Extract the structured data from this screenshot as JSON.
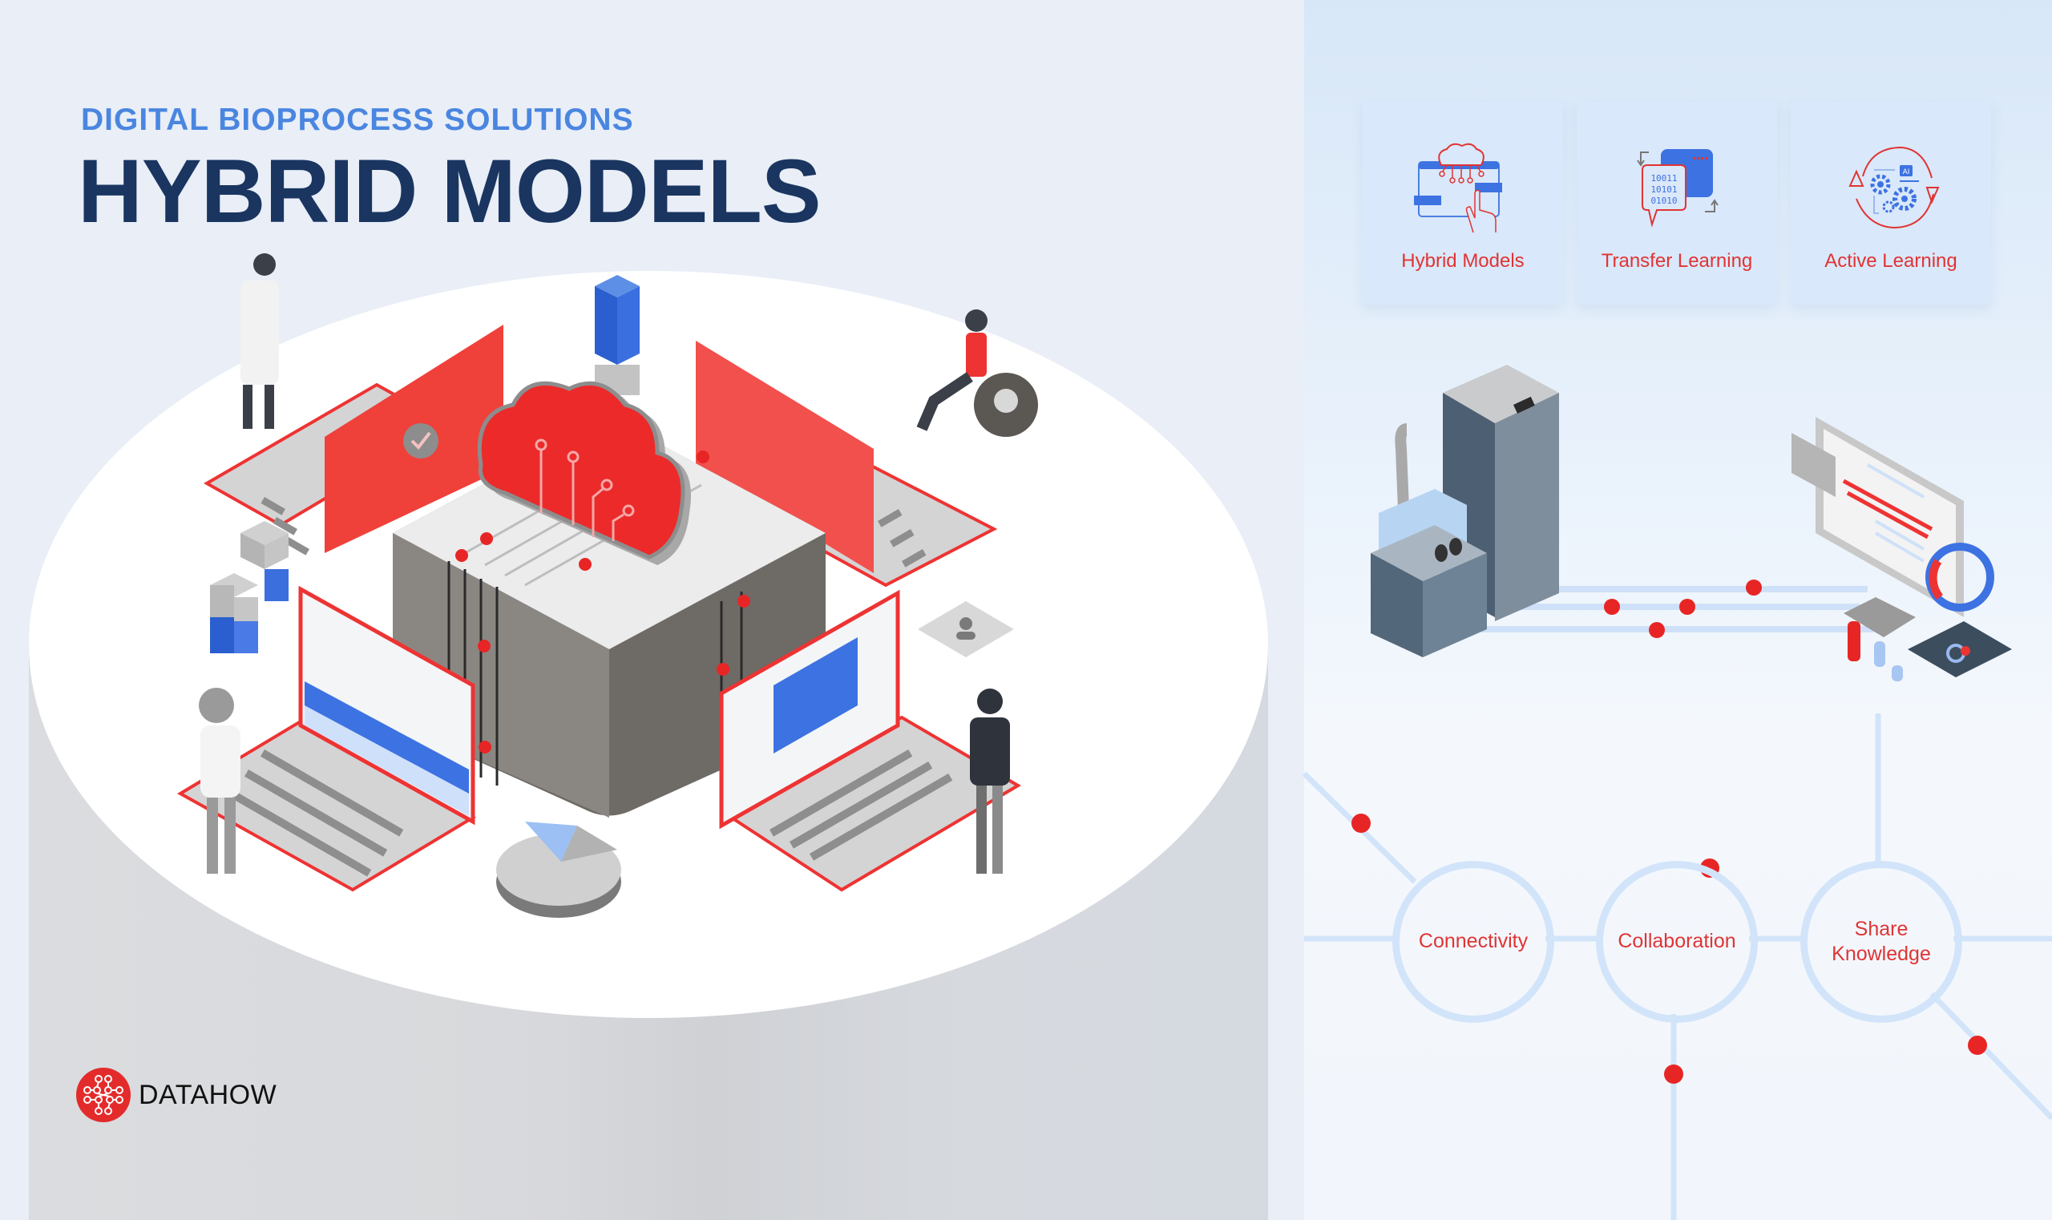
{
  "header": {
    "subtitle": "DIGITAL BIOPROCESS SOLUTIONS",
    "title": "HYBRID MODELS"
  },
  "brand": {
    "name": "DATAHOW",
    "logo_icon": "network-nodes-icon",
    "accent_color": "#e32b2b"
  },
  "feature_cards": [
    {
      "label": "Hybrid Models",
      "icon": "brain-dashboard-touch-icon"
    },
    {
      "label": "Transfer Learning",
      "icon": "binary-chat-transfer-icon"
    },
    {
      "label": "Active Learning",
      "icon": "ai-gears-cycle-icon"
    }
  ],
  "network_nodes": [
    {
      "label_lines": [
        "Connectivity"
      ]
    },
    {
      "label_lines": [
        "Collaboration"
      ]
    },
    {
      "label_lines": [
        "Share",
        "Knowledge"
      ]
    }
  ],
  "illustrations": {
    "hero": "isometric-cloud-server-with-laptops-and-people",
    "equipment": "bioreactor-and-cabinet",
    "monitor": "analytics-monitor-with-charts"
  },
  "colors": {
    "title": "#1a3560",
    "subtitle": "#4a86e0",
    "label_red": "#e03434",
    "line_blue": "#d2e4f9",
    "dot_red": "#e82525",
    "card_bg": "#d9e8fa"
  }
}
